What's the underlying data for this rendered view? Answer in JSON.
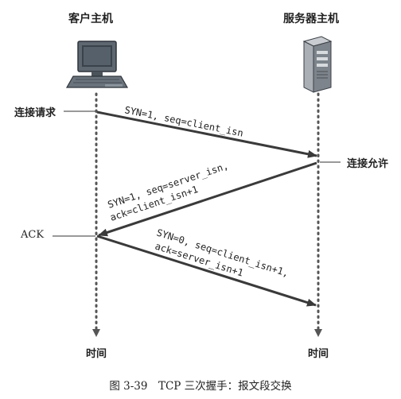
{
  "hosts": {
    "client": {
      "title": "客户主机"
    },
    "server": {
      "title": "服务器主机"
    }
  },
  "events": {
    "connection_request": "连接请求",
    "connection_granted": "连接允许",
    "ack": "ACK"
  },
  "segments": {
    "seg1": {
      "line1": "SYN=1, seq=client_isn"
    },
    "seg2": {
      "line1": "SYN=1, seq=server_isn,",
      "line2": "ack=client_isn+1"
    },
    "seg3": {
      "line1": "SYN=0, seq=client_isn+1,",
      "line2": "ack=server_isn+1"
    }
  },
  "timelines": {
    "client_time_label": "时间",
    "server_time_label": "时间"
  },
  "caption": "图 3-39　TCP 三次握手：报文段交换",
  "colors": {
    "arrow": "#3a3a3a",
    "timeline": "#555555",
    "text": "#222222"
  }
}
